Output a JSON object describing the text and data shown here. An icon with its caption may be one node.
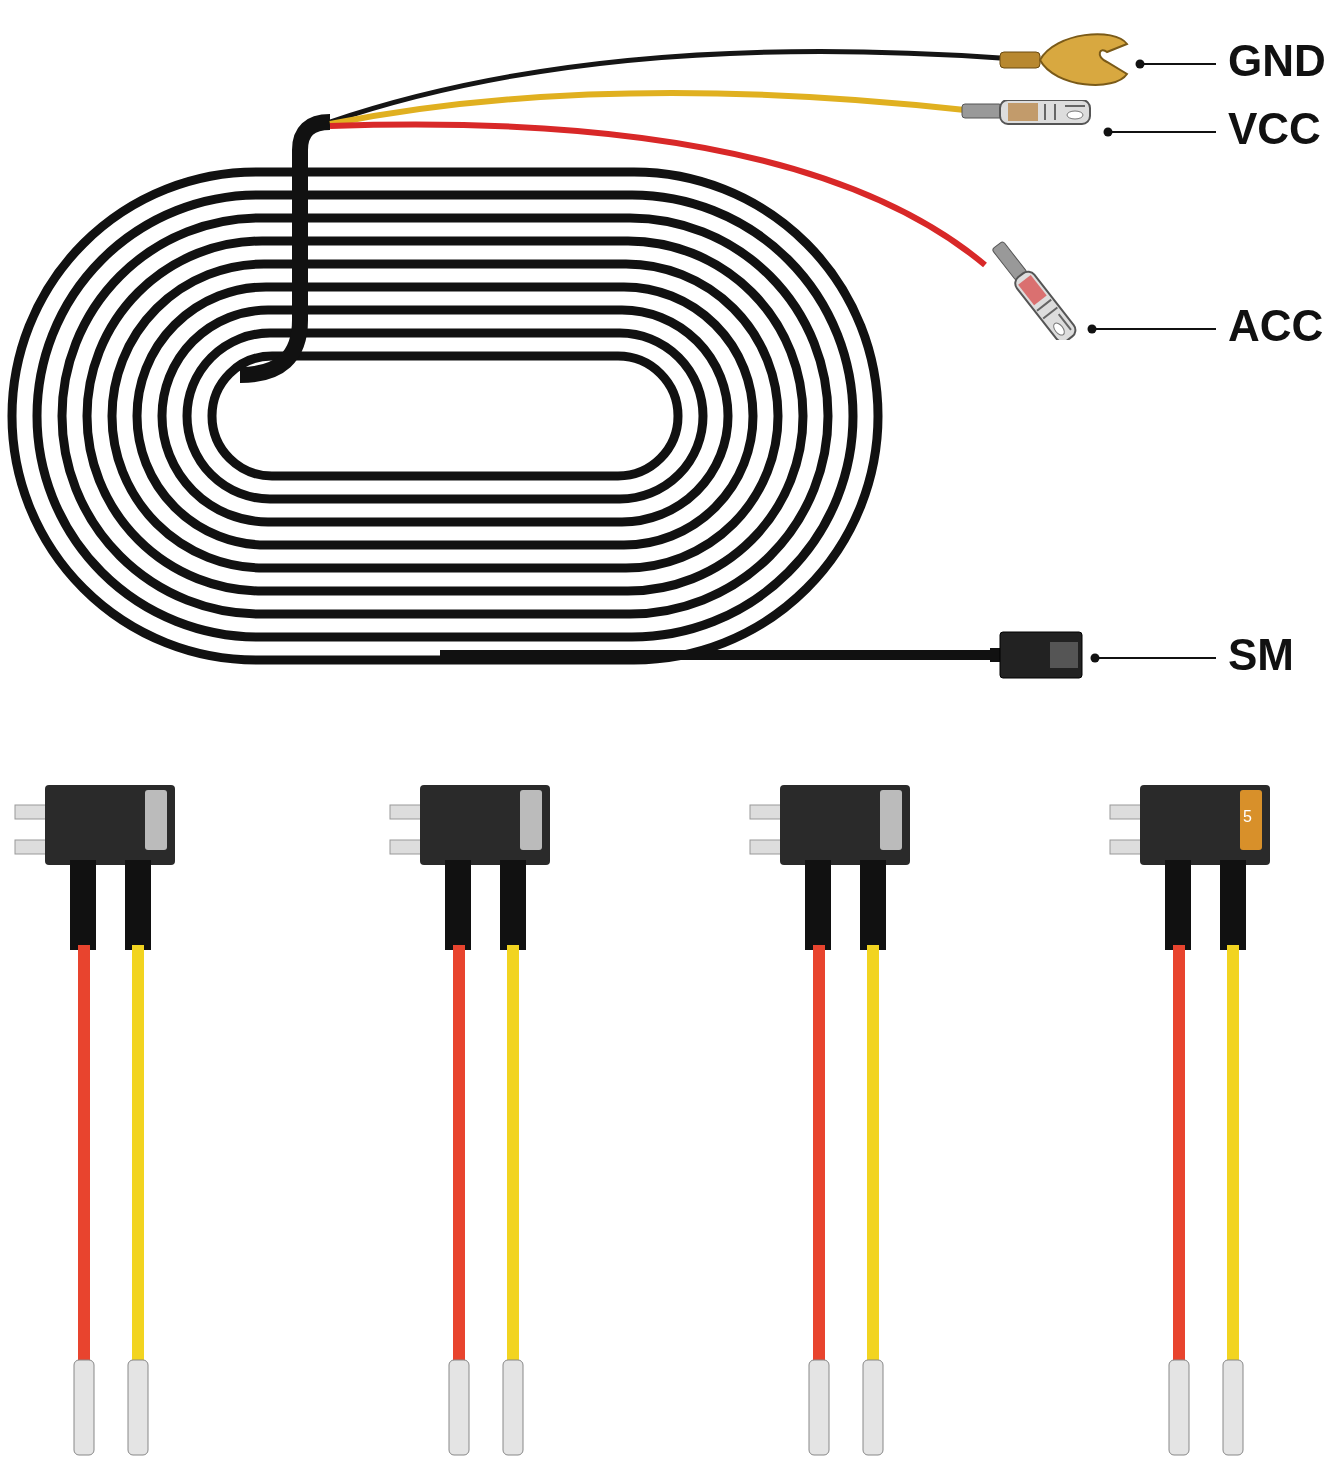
{
  "diagram": {
    "nodes": [
      {
        "text": [
          "GND"
        ]
      },
      {
        "text": [
          "VCC"
        ]
      },
      {
        "text": [
          "ACC"
        ]
      },
      {
        "text": [
          "SM"
        ]
      },
      {
        "text": [],
        "shape": "picture"
      },
      {
        "text": [],
        "shape": "picture"
      },
      {
        "text": [],
        "shape": "picture"
      },
      {
        "text": [],
        "shape": "picture"
      }
    ],
    "edges": [
      {
        "from": 0,
        "to": 4,
        "arrow": "other"
      },
      {
        "from": 1,
        "to": 5,
        "arrow": "other"
      },
      {
        "from": 2,
        "to": 6,
        "arrow": "other"
      },
      {
        "from": 3,
        "to": 7,
        "arrow": "other"
      }
    ],
    "labels": [
      "5"
    ]
  }
}
